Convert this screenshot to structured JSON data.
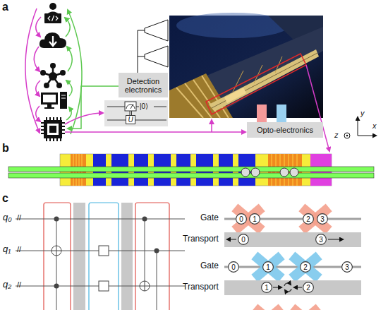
{
  "diagram": {
    "nodes": [
      {
        "text": [
          "Detection electronics"
        ]
      },
      {
        "text": [
          "|0⟩"
        ]
      },
      {
        "text": [
          "U"
        ],
        "in": 1
      },
      {
        "text": [
          "Opto-electronics"
        ]
      },
      {
        "text": [
          "0"
        ]
      },
      {
        "text": [
          "1"
        ]
      },
      {
        "text": [
          "2"
        ]
      },
      {
        "text": [
          "3"
        ]
      },
      {
        "text": [
          "0"
        ]
      },
      {
        "text": [
          "3"
        ]
      },
      {
        "text": [
          "0"
        ]
      },
      {
        "text": [
          "1"
        ]
      },
      {
        "text": [
          "2"
        ]
      },
      {
        "text": [
          "3"
        ]
      },
      {
        "text": [
          "1"
        ]
      },
      {
        "text": [
          "2"
        ]
      }
    ],
    "labels": [
      "a",
      "b",
      "c",
      "y",
      "x",
      "z",
      "q₀",
      "//",
      "q₁",
      "//",
      "q₂",
      "//",
      "Gate",
      "Transport",
      "Gate",
      "Transport"
    ]
  }
}
